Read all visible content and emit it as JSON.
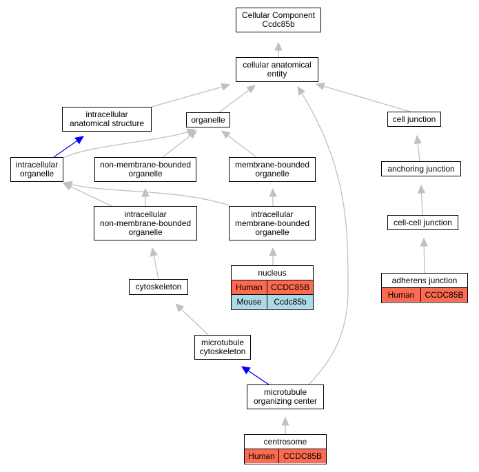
{
  "nodes": {
    "cc_root": [
      "Cellular Component",
      "Ccdc85b"
    ],
    "cae": [
      "cellular anatomical",
      "entity"
    ],
    "ias": [
      "intracellular",
      "anatomical structure"
    ],
    "organelle": [
      "organelle"
    ],
    "cell_junction": [
      "cell junction"
    ],
    "io": [
      "intracellular",
      "organelle"
    ],
    "nmbo": [
      "non-membrane-bounded",
      "organelle"
    ],
    "mbo": [
      "membrane-bounded",
      "organelle"
    ],
    "anchoring": [
      "anchoring junction"
    ],
    "inmbo": [
      "intracellular",
      "non-membrane-bounded",
      "organelle"
    ],
    "imbo": [
      "intracellular",
      "membrane-bounded",
      "organelle"
    ],
    "ccj": [
      "cell-cell junction"
    ],
    "cytoskeleton": [
      "cytoskeleton"
    ],
    "mt_cyto": [
      "microtubule",
      "cytoskeleton"
    ],
    "mtoc": [
      "microtubule",
      "organizing center"
    ]
  },
  "gene_nodes": {
    "nucleus": {
      "title": "nucleus",
      "rows": [
        {
          "species": "Human",
          "gene": "CCDC85B",
          "color": "#fa6b4f"
        },
        {
          "species": "Mouse",
          "gene": "Ccdc85b",
          "color": "#add8e6"
        }
      ]
    },
    "adherens": {
      "title": "adherens junction",
      "rows": [
        {
          "species": "Human",
          "gene": "CCDC85B",
          "color": "#fa6b4f"
        }
      ]
    },
    "centrosome": {
      "title": "centrosome",
      "rows": [
        {
          "species": "Human",
          "gene": "CCDC85B",
          "color": "#fa6b4f"
        }
      ]
    }
  },
  "colors": {
    "edge_gray": "#c0c0c0",
    "edge_blue": "#0000ff",
    "human": "#fa6b4f",
    "mouse": "#add8e6"
  }
}
